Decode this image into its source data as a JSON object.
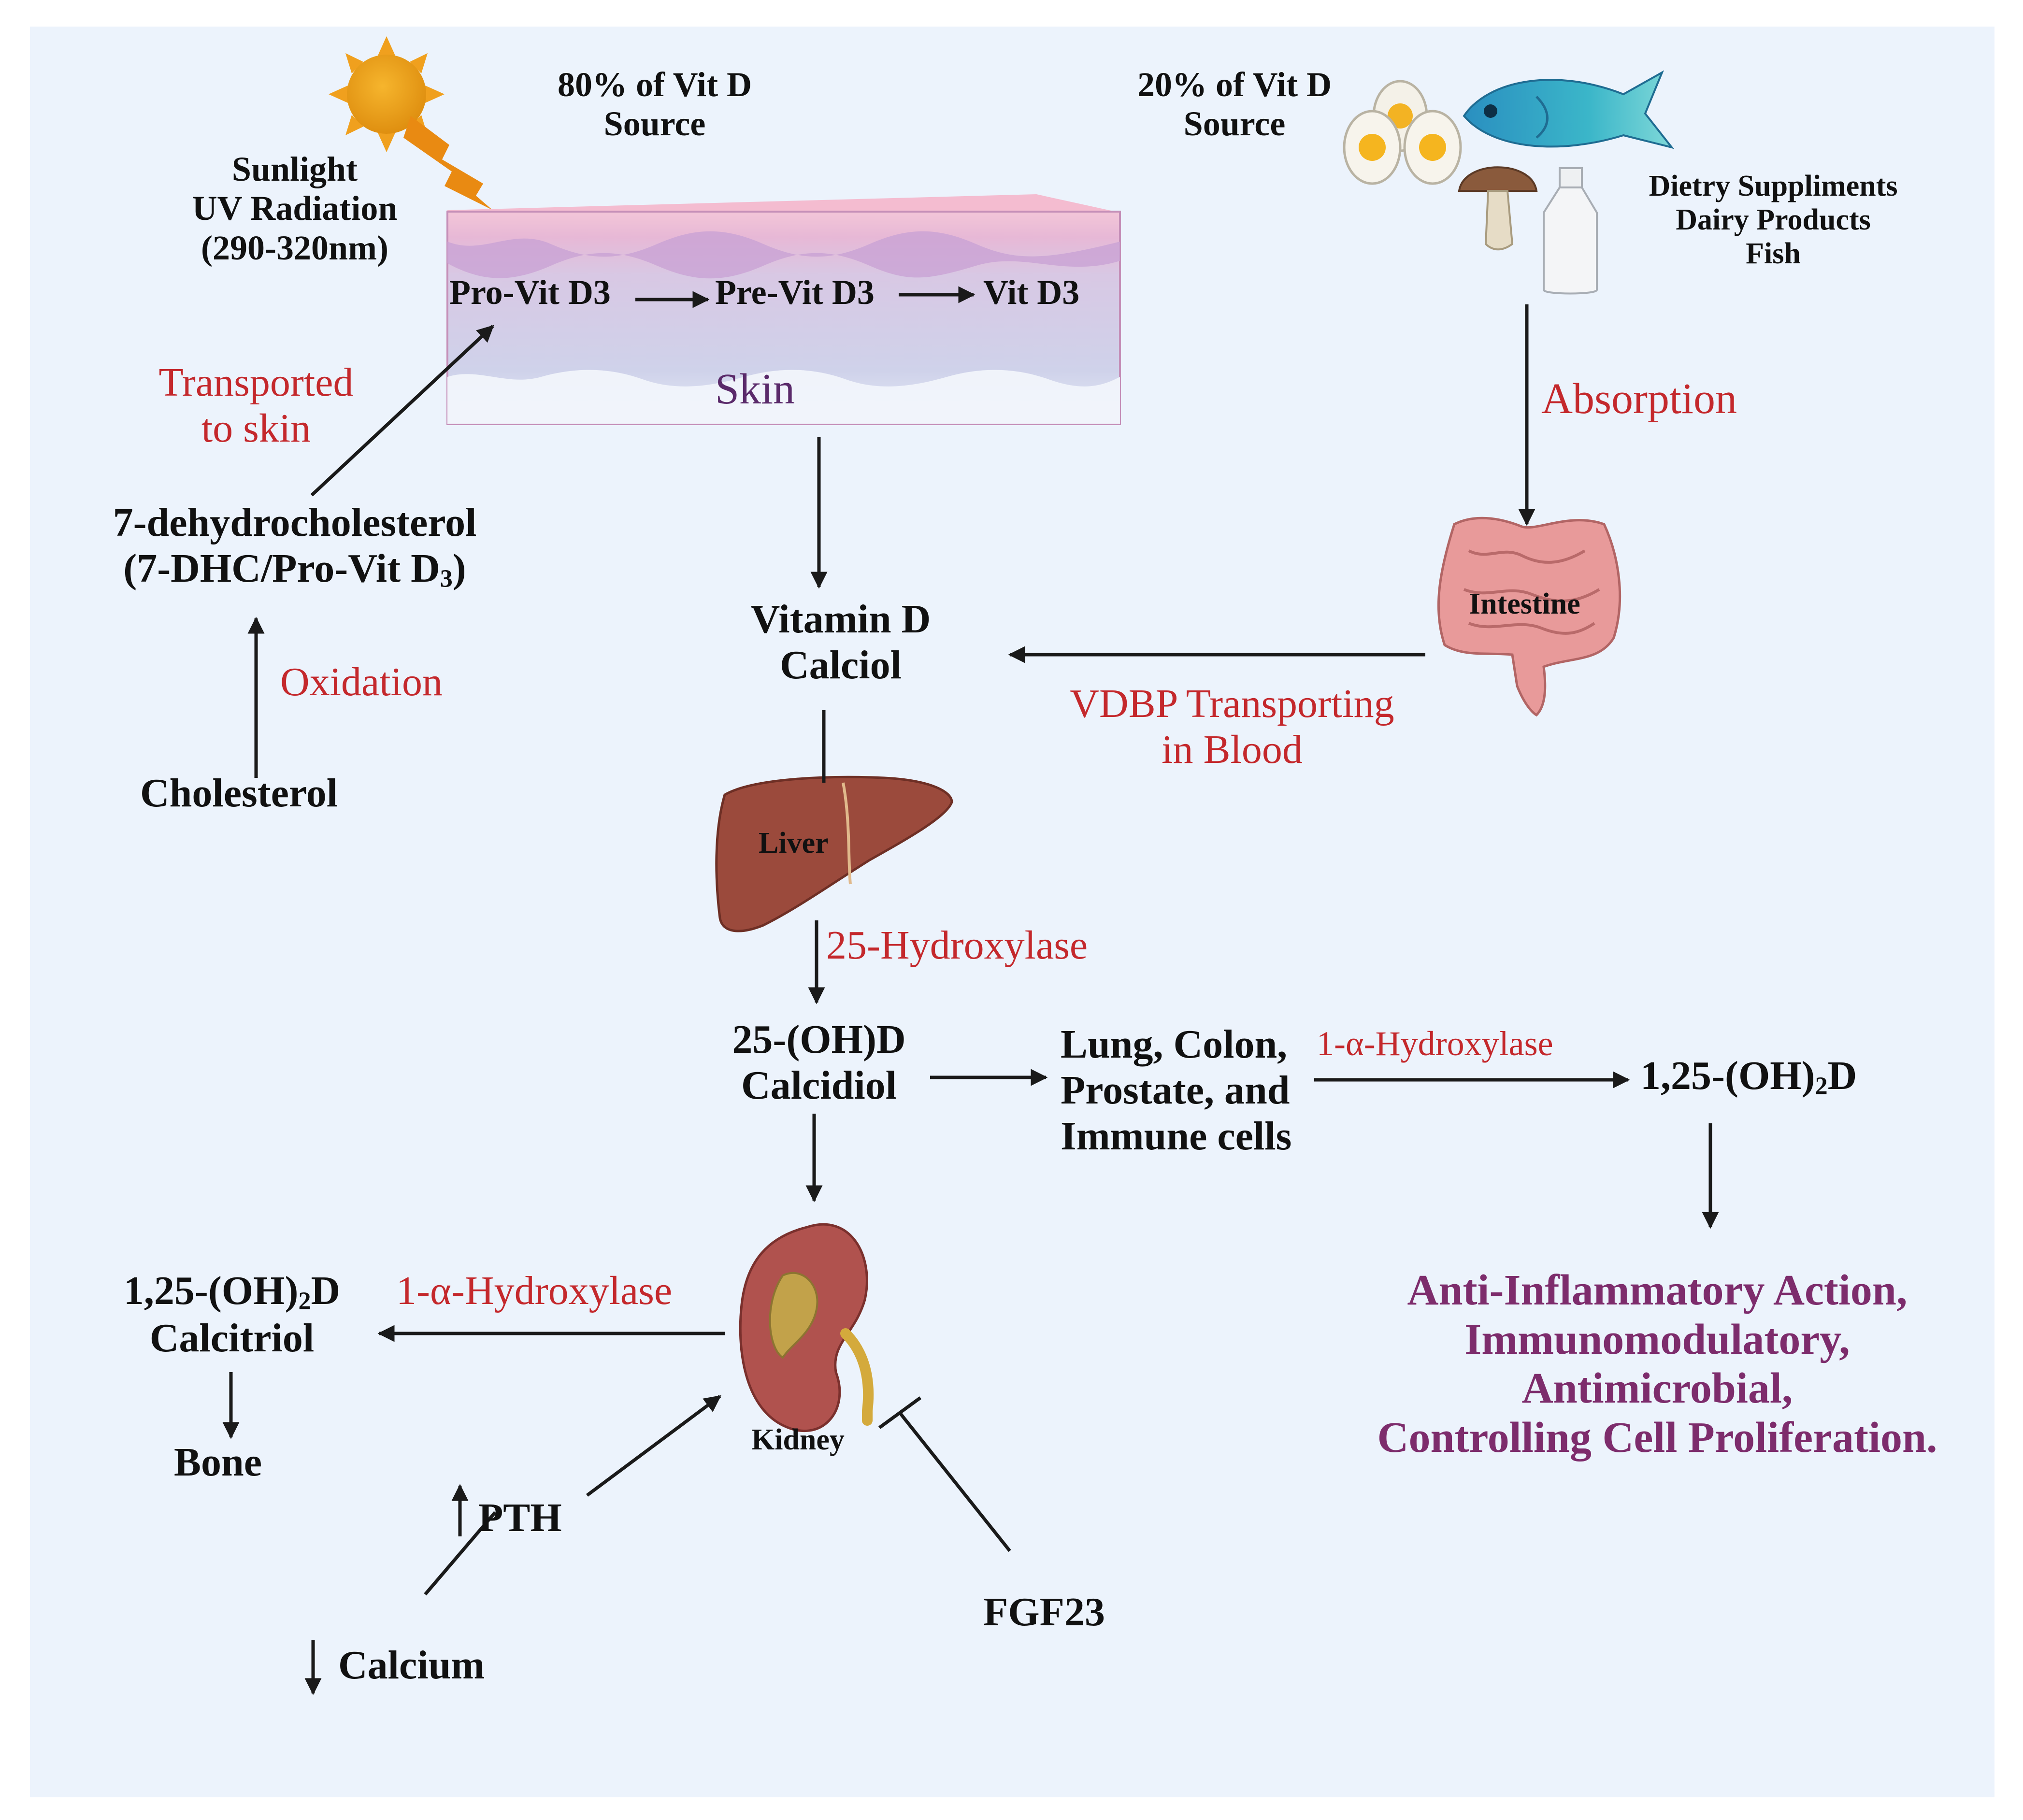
{
  "colors": {
    "background": "#ecf3fc",
    "arrow": "#1a1a1a",
    "red_text": "#c4282c",
    "purple_text": "#7d2c6c",
    "sun": "#e8a317",
    "skin": "#d9d0e6"
  },
  "sunlight": {
    "line1": "Sunlight",
    "line2": "UV Radiation",
    "line3": "(290-320nm)"
  },
  "source80": {
    "line1": "80% of Vit D",
    "line2": "Source"
  },
  "source20": {
    "line1": "20% of Vit D",
    "line2": "Source"
  },
  "diet": {
    "line1": "Dietry Suppliments",
    "line2": "Dairy Products",
    "line3": "Fish"
  },
  "skin": {
    "label": "Skin",
    "step1": "Pro-Vit D3",
    "step2": "Pre-Vit D3",
    "step3": "Vit D3"
  },
  "transported": {
    "line1": "Transported",
    "line2": "to skin"
  },
  "dhc": {
    "line1": "7-dehydrocholesterol",
    "line2_pre": "(7-DHC/Pro-Vit D",
    "line2_sub": "3",
    "line2_post": ")"
  },
  "oxidation": "Oxidation",
  "cholesterol": "Cholesterol",
  "absorption": "Absorption",
  "intestine": "Intestine",
  "vitamin_d": {
    "line1": "Vitamin D",
    "line2": "Calciol"
  },
  "vdbp": {
    "line1": "VDBP Transporting",
    "line2": "in Blood"
  },
  "liver": "Liver",
  "hydroxylase25": "25-Hydroxylase",
  "calcidiol": {
    "line1": "25-(OH)D",
    "line2": "Calcidiol"
  },
  "tissues": {
    "line1": "Lung, Colon,",
    "line2": "Prostate, and",
    "line3": "Immune cells"
  },
  "alpha_hydroxylase_right": "1-α-Hydroxylase",
  "calcitriol_right": {
    "pre": "1,25-(OH)",
    "sub": "2",
    "post": "D"
  },
  "effects": {
    "line1": "Anti-Inflammatory Action,",
    "line2": "Immunomodulatory,",
    "line3": "Antimicrobial,",
    "line4": "Controlling Cell Proliferation."
  },
  "kidney": "Kidney",
  "alpha_hydroxylase_left": "1-α-Hydroxylase",
  "calcitriol_left": {
    "pre": "1,25-(OH)",
    "sub": "2",
    "post": "D",
    "line2": "Calcitriol"
  },
  "bone": "Bone",
  "pth": "PTH",
  "calcium": "Calcium",
  "fgf23": "FGF23"
}
